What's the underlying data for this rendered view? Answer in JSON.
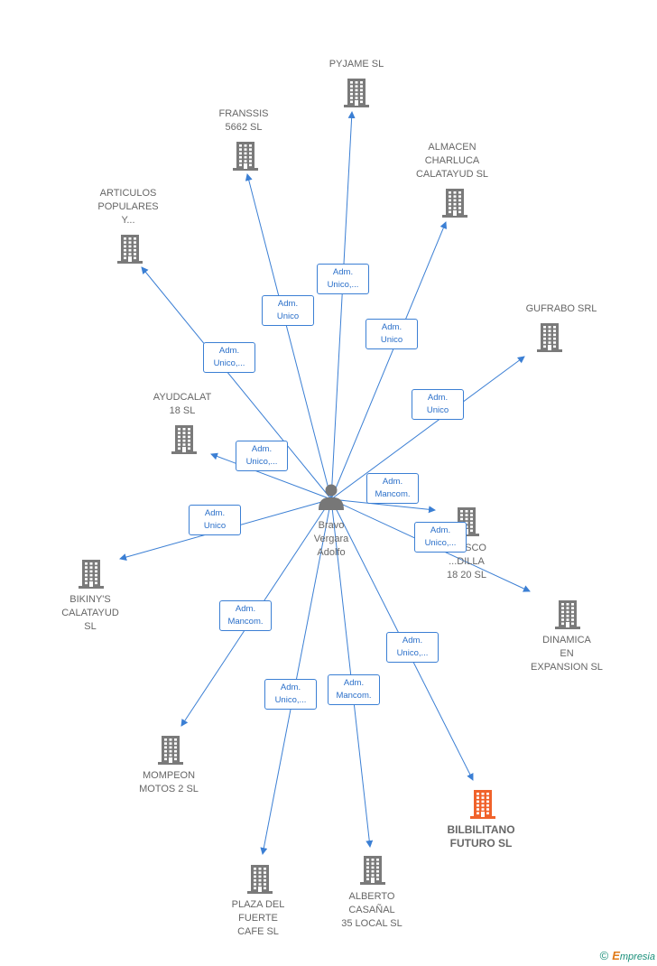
{
  "colors": {
    "edge": "#3b7fd4",
    "building": "#7a7a7a",
    "building_highlight": "#f0622b",
    "person": "#777777"
  },
  "center": {
    "name": "Bravo\nVergara\nAdolfo",
    "icon": "person-icon"
  },
  "nodes": [
    {
      "id": "pyjame",
      "label": "PYJAME SL",
      "role": "Adm.\nUnico,...",
      "highlight": false
    },
    {
      "id": "franssis",
      "label": "FRANSSIS\n5662  SL",
      "role": "Adm.\nUnico",
      "highlight": false
    },
    {
      "id": "almacen",
      "label": "ALMACEN\nCHARLUCA\nCALATAYUD SL",
      "role": "Adm.\nUnico",
      "highlight": false
    },
    {
      "id": "articulos",
      "label": "ARTICULOS\nPOPULARES\nY...",
      "role": "Adm.\nUnico,...",
      "highlight": false
    },
    {
      "id": "gufrabo",
      "label": "GUFRABO SRL",
      "role": "Adm.\nUnico",
      "highlight": false
    },
    {
      "id": "ayudcalat",
      "label": "AYUDCALAT\n18  SL",
      "role": "Adm.\nUnico,...",
      "highlight": false
    },
    {
      "id": "francisco",
      "label": "...CISCO\n...DILLA\n18 20  SL",
      "role": "Adm.\nMancom.",
      "highlight": false
    },
    {
      "id": "bikinys",
      "label": "BIKINY'S\nCALATAYUD\nSL",
      "role": "Adm.\nUnico",
      "highlight": false
    },
    {
      "id": "dinamica",
      "label": "DINAMICA\nEN\nEXPANSION  SL",
      "role": "Adm.\nUnico,...",
      "highlight": false
    },
    {
      "id": "mompeon",
      "label": "MOMPEON\nMOTOS 2  SL",
      "role": "Adm.\nMancom.",
      "highlight": false
    },
    {
      "id": "bilbilitano",
      "label": "BILBILITANO\nFUTURO  SL",
      "role": "Adm.\nUnico,...",
      "highlight": true
    },
    {
      "id": "plaza",
      "label": "PLAZA DEL\nFUERTE\nCAFE  SL",
      "role": "Adm.\nUnico,...",
      "highlight": false
    },
    {
      "id": "alberto",
      "label": "ALBERTO\nCASAÑAL\n35 LOCAL  SL",
      "role": "Adm.\nMancom.",
      "highlight": false
    }
  ],
  "footer": {
    "copyright": "©",
    "brand_initial": "E",
    "brand_rest": "mpresia"
  }
}
